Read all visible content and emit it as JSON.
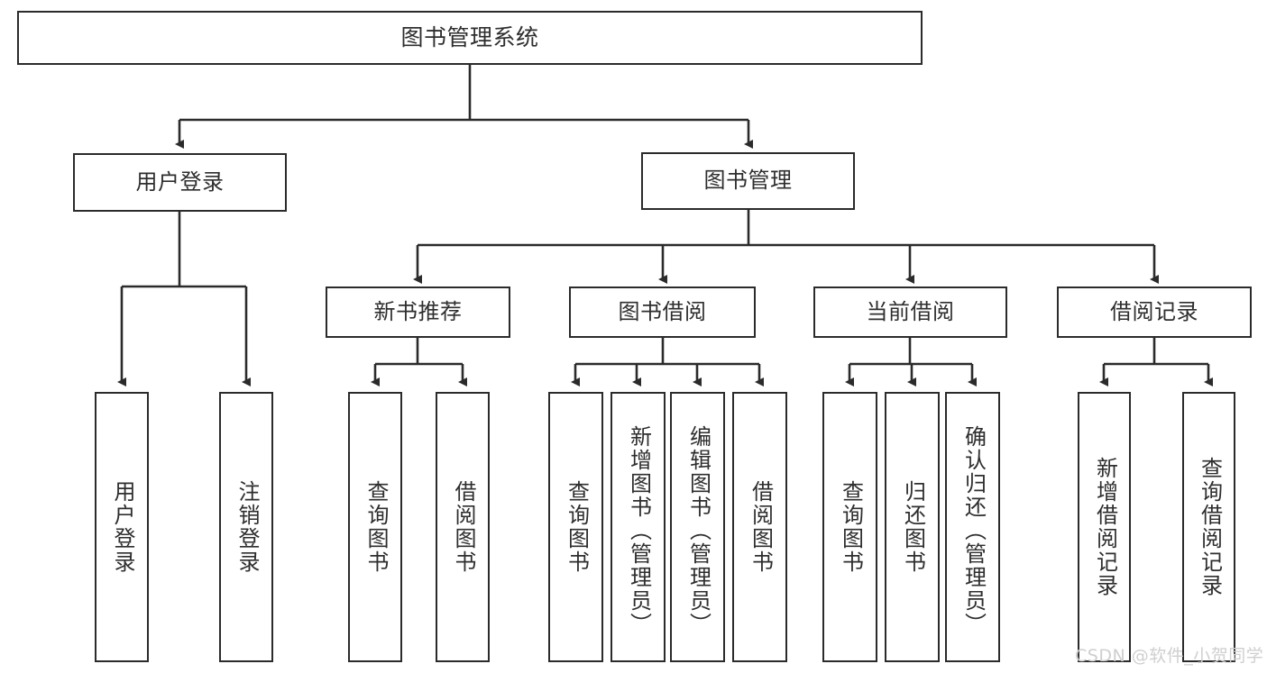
{
  "diagram": {
    "title": "图书管理系统",
    "type": "hierarchy-tree",
    "watermark": "CSDN @软件_小贺同学",
    "colors": {
      "stroke": "#2b2b2b",
      "text": "#2e2e2e",
      "background": "#ffffff",
      "watermark": "#cfcfcf"
    },
    "nodes": {
      "root": {
        "label": "图书管理系统"
      },
      "level1": [
        {
          "id": "user-login",
          "label": "用户登录"
        },
        {
          "id": "book-manage",
          "label": "图书管理"
        }
      ],
      "level2": [
        {
          "id": "new-book-rec",
          "label": "新书推荐"
        },
        {
          "id": "book-borrow",
          "label": "图书借阅"
        },
        {
          "id": "current-borrow",
          "label": "当前借阅"
        },
        {
          "id": "borrow-record",
          "label": "借阅记录"
        }
      ],
      "leaves": {
        "user_login": [
          {
            "id": "leaf-user-login",
            "label": "用户登录"
          },
          {
            "id": "leaf-logout-login",
            "label": "注销登录"
          }
        ],
        "new_book_rec": [
          {
            "id": "leaf-query-book-1",
            "label": "查询图书"
          },
          {
            "id": "leaf-borrow-book-1",
            "label": "借阅图书"
          }
        ],
        "book_borrow": [
          {
            "id": "leaf-query-book-2",
            "label": "查询图书"
          },
          {
            "id": "leaf-add-book",
            "label": "新增图书（管理员）"
          },
          {
            "id": "leaf-edit-book",
            "label": "编辑图书（管理员）"
          },
          {
            "id": "leaf-borrow-book-2",
            "label": "借阅图书"
          }
        ],
        "current_borrow": [
          {
            "id": "leaf-query-book-3",
            "label": "查询图书"
          },
          {
            "id": "leaf-return-book",
            "label": "归还图书"
          },
          {
            "id": "leaf-confirm-return",
            "label": "确认归还（管理员）"
          }
        ],
        "borrow_record": [
          {
            "id": "leaf-add-record",
            "label": "新增借阅记录"
          },
          {
            "id": "leaf-query-record",
            "label": "查询借阅记录"
          }
        ]
      }
    }
  }
}
